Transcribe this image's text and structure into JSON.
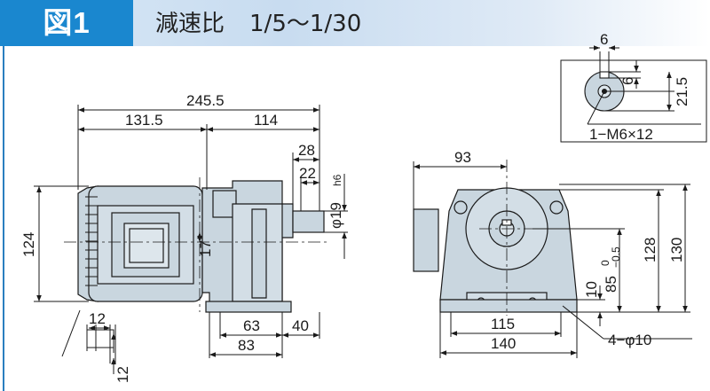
{
  "header": {
    "figure_label": "図1",
    "title": "減速比",
    "ratio": "1/5～1/30"
  },
  "dimensions": {
    "overall_length": "245.5",
    "motor_length": "131.5",
    "gear_length": "114",
    "shaft_length": "28",
    "key_length": "22",
    "shaft_diameter": "φ19",
    "shaft_tolerance": "h6",
    "motor_height": "124",
    "shaft_offset": "17",
    "foot_slot": "12",
    "foot_hole_depth": "12",
    "foot_spacing": "63",
    "foot_length": "83",
    "foot_edge": "40",
    "side_width_to_center": "93",
    "mount_spacing": "115",
    "base_width": "140",
    "total_height": "130",
    "shaft_height": "128",
    "base_thickness": "10",
    "shaft_height_main": "85",
    "shaft_height_upper_tol": "0",
    "shaft_height_lower_tol": "−0.5",
    "mount_holes": "4−φ10",
    "shaft_end_width": "6",
    "shaft_end_key": "6",
    "shaft_end_height": "21.5",
    "shaft_end_thread": "1−M6×12"
  },
  "colors": {
    "badge": "#1a87cf",
    "body_fill": "#c9d6df",
    "line": "#1a1a1a"
  }
}
